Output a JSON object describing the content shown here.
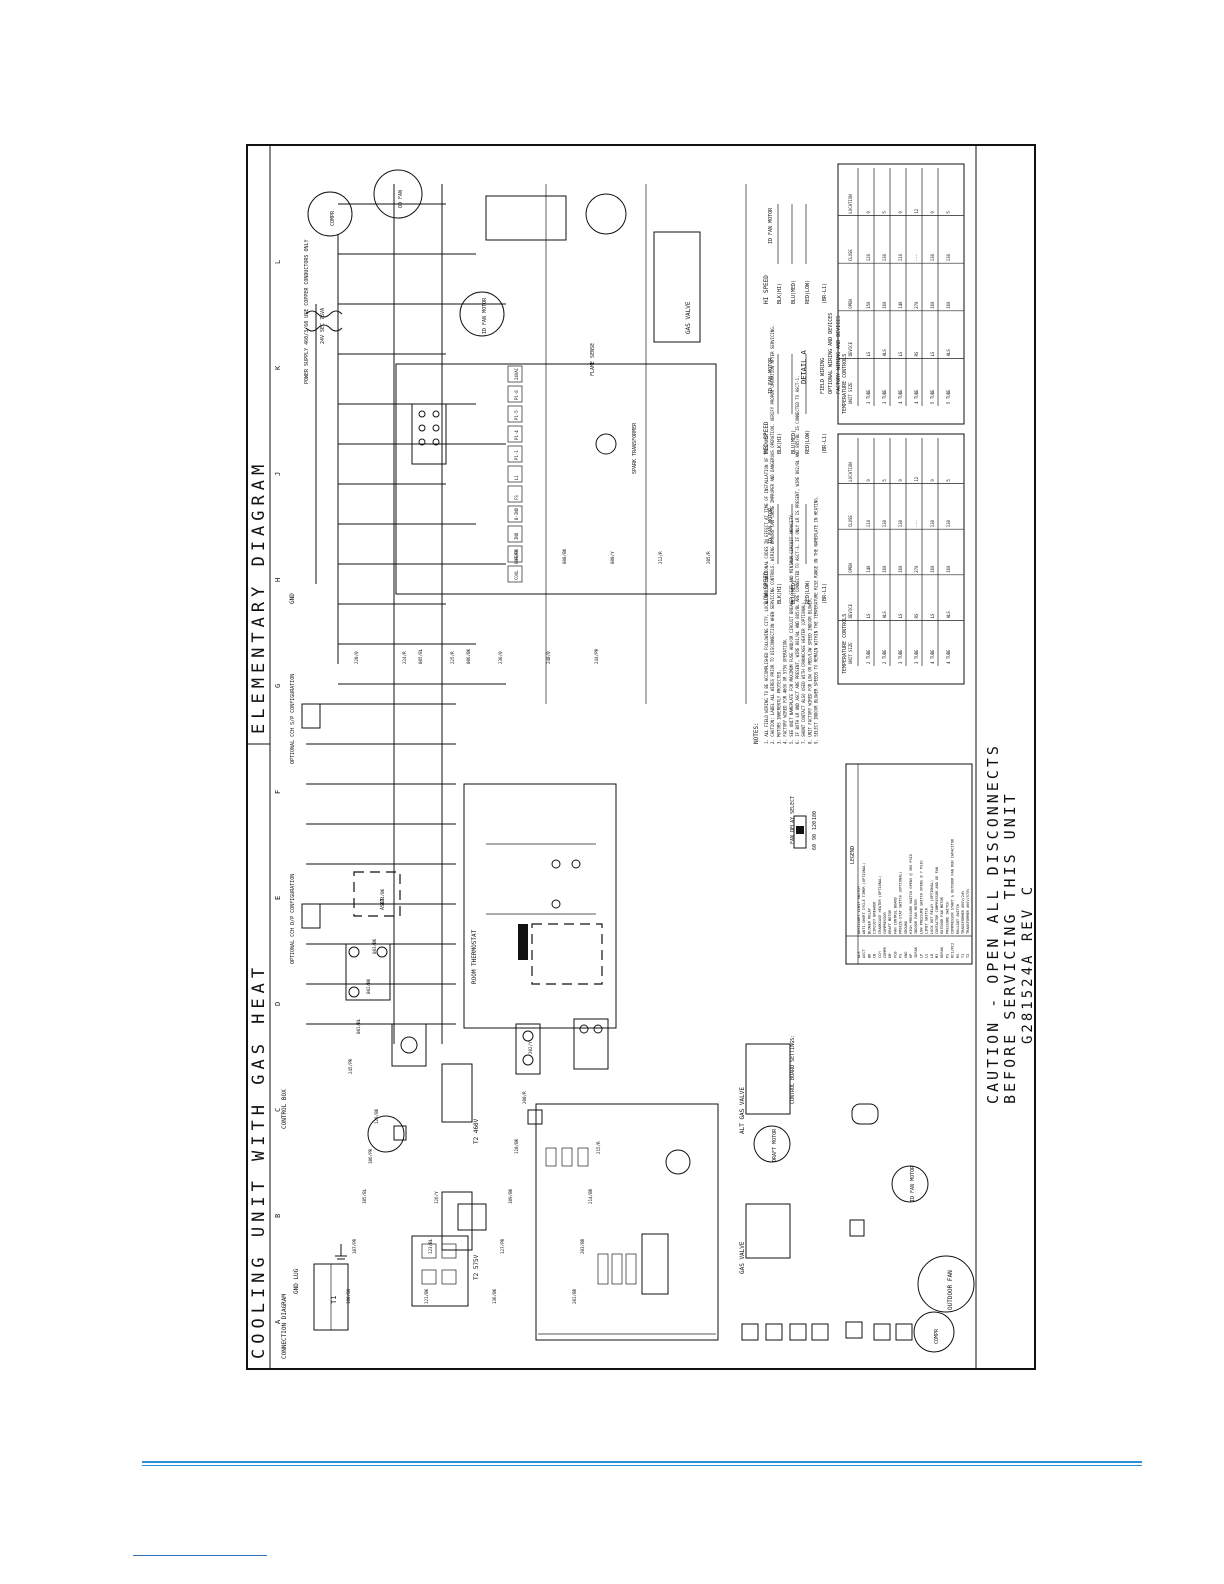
{
  "sheet": {
    "title_left": "COOLING UNIT WITH GAS HEAT",
    "title_right": "ELEMENTARY DIAGRAM",
    "grid_letters": [
      "A",
      "B",
      "C",
      "D",
      "E",
      "F",
      "G",
      "H",
      "J",
      "K",
      "L"
    ],
    "connection_diagram_label": "CONNECTION DIAGRAM",
    "control_box_label": "CONTROL BOX",
    "gnd_lug_label": "GND LUG",
    "gnd_label": "GND",
    "power_supply_label": "POWER SUPPLY 460/3/60 USE COPPER CONDUCTORS ONLY",
    "caution_lines": [
      "CAUTION - OPEN ALL DISCONNECTS",
      "BEFORE SERVICING THIS UNIT"
    ],
    "part_number": "G281524A  REV C"
  },
  "components": {
    "room_thermostat": "ROOM THERMOSTAT",
    "gas_valve": "GAS VALVE",
    "alt_gas_valve": "ALT GAS VALVE",
    "draft_motor": "DRAFT MOTOR",
    "id_fan_motor": "ID FAN MOTOR",
    "outdoor_fan": "OUTDOOR FAN",
    "compr": "COMPR",
    "od_fan": "OD FAN",
    "spark_transformer": "SPARK TRANSFORMER",
    "flame_sense": "FLAME SENSE",
    "optional_ccb_left": "OPTIONAL CCH D/P CONFIGURATION",
    "optional_ccb_right": "OPTIONAL CCH S/P CONFIGURATION",
    "transformer_label": "T1",
    "t2_460": "T2 460V",
    "t2_575": "T2 575V",
    "sec_24v": "24V SEC 75VA",
    "ascat": "ASCT",
    "control_board_settings": "CONTROL BOARD SETTINGS:",
    "detail_a": "DETAIL A"
  },
  "speed_details": [
    {
      "title": "LOW SPEED",
      "taps": [
        "BLK(HI)",
        "BLU(MED)",
        "RED(LOW)"
      ],
      "lead": "(BR-L1)",
      "motor": "ID FAN MOTOR"
    },
    {
      "title": "MED SPEED",
      "taps": [
        "BLK(HI)",
        "BLU(MED)",
        "RED(LOW)"
      ],
      "lead": "(BR-L1)",
      "motor": "ID FAN MOTOR"
    },
    {
      "title": "HI SPEED",
      "taps": [
        "BLK(HI)",
        "BLU(MED)",
        "RED(LOW)"
      ],
      "lead": "(BR-L1)",
      "motor": "ID FAN MOTOR"
    }
  ],
  "wire_labels": [
    "100/BK",
    "107/PR",
    "105/BL",
    "106/PR",
    "120/BK",
    "121/BK",
    "123/BL",
    "126/Y",
    "136/BK",
    "127/PR",
    "109/BK",
    "110/BK",
    "200/R",
    "202/Y",
    "201/BR",
    "203/BR",
    "214/BR",
    "215/R",
    "220/0",
    "224/R",
    "225/R",
    "236/0",
    "240/0",
    "244/PR",
    "245/PR",
    "801/BL",
    "802/BK",
    "803/BK",
    "804/BK",
    "805/BL",
    "806/BK",
    "807/BK",
    "808/BK",
    "800/Y",
    "212/R",
    "205/R"
  ],
  "legend": {
    "title": "LEGEND",
    "items": [
      [
        "ALS",
        "AUXILIARY LIMIT SWITCH"
      ],
      [
        "ASCT",
        "ANTI-SHORT CYCLE TIMER (OPTIONAL)"
      ],
      [
        "BR",
        "BLOWER RELAY"
      ],
      [
        "CB",
        "CIRCUIT BREAKER"
      ],
      [
        "CCH",
        "CRANKCASE HEATER (OPTIONAL)"
      ],
      [
        "COMPR",
        "COMPRESSOR"
      ],
      [
        "DM",
        "DRAFT MOTOR"
      ],
      [
        "FCB",
        "FAN CONTROL BOARD"
      ],
      [
        "FS",
        "FREEZE-STAT SWITCH (OPTIONAL)"
      ],
      [
        "GND",
        "GROUND"
      ],
      [
        "HP",
        "HIGH PRESSURE SWITCH OPENS @ 380 PSIG"
      ],
      [
        "IDFAN",
        "INDOOR FAN MOTOR"
      ],
      [
        "LP",
        "LOW PRESSURE SWITCH OPENS @ 7 PSIG"
      ],
      [
        "LS",
        "LIMIT SWITCH"
      ],
      [
        "LR",
        "LOCK OUT RELAY (OPTIONAL)"
      ],
      [
        "M1",
        "CONTACTOR COMPRESSOR AND OD FAN"
      ],
      [
        "ODFAN",
        "OUTDOOR FAN MOTOR"
      ],
      [
        "PS",
        "PRESSURE SWITCH"
      ],
      [
        "RC1/RC2",
        "COMPRESSOR START & OUTDOOR FAN RUN CAPACITOR"
      ],
      [
        "RS",
        "ROLLOUT SWITCH"
      ],
      [
        "T1",
        "TRANSFORMER 460V/24V"
      ],
      [
        "T2",
        "TRANSFORMER 460V/575V"
      ]
    ]
  },
  "notes": {
    "heading": "NOTES:",
    "items": [
      "1. ALL FIELD WIRING TO BE ACCOMPLISHED FOLLOWING CITY, LOCAL AND/OR NATIONAL CODES IN EFFECT AT TIME OF INSTALLATION OF THIS UNIT.",
      "2. CAUTION: LABEL ALL WIRES PRIOR TO DISCONNECTION WHEN SERVICING CONTROLS. WIRING ERRORS CAN CAUSE IMPROPER AND DANGEROUS OPERATION. VERIFY PROPER OPERATION AFTER SERVICING.",
      "3. MOTORS INHERENTLY PROTECTED.",
      "4. FACTORY WIRED FOR 460V OR 575V OPERATION.",
      "5. SEE UNIT NAMEPLATE FOR MAXIMUM FUSE AND/OR CIRCUIT BREAKER SIZE AND MINIMUM CIRCUIT AMPACITY.",
      "6. IF BOTH LR AND ASCT ARE PRESENT, WIRE 801/BL AND 805/BL ARE CONNECTED TO ASCT-3. IF ONLY LR IS PRESENT, WIRE 802/BL AND 805/BL IS CONNECTED TO ASCT-1.",
      "7. SHUNT CONTACT ALSO USED WITH CRANKCASE HEATER (OPTIONAL).",
      "8. UNIT FACTORY WIRED FOR LOW OR MED/LOW SPEED INDOOR BLOWER.",
      "9. SELECT INDOOR BLOWER SPEEDS TO REMAIN WITHIN THE TEMPERATURE RISE RANGE ON THE NAMEPLATE IN HEATING."
    ],
    "field_wiring": "FIELD WIRING",
    "optional_wiring": "OPTIONAL WIRING AND DEVICES",
    "factory_wiring": "FACTORY WIRING AND DEVICES"
  },
  "temp_controls_a": {
    "title": "TEMPERATURE CONTROLS",
    "headers": [
      "UNIT SIZE",
      "DEVICE",
      "OPEN",
      "CLOSE",
      "LOCATION"
    ],
    "rows": [
      [
        "2 TUBE",
        "LS",
        "140",
        "110",
        "9"
      ],
      [
        "2 TUBE",
        "ALS",
        "160",
        "130",
        "5"
      ],
      [
        "3 TUBE",
        "LS",
        "160",
        "130",
        "9"
      ],
      [
        "3 TUBE",
        "RS",
        "270",
        "---",
        "12"
      ],
      [
        "4 TUBE",
        "LS",
        "160",
        "130",
        "9"
      ],
      [
        "4 TUBE",
        "ALS",
        "160",
        "130",
        "5"
      ]
    ]
  },
  "temp_controls_b": {
    "title": "TEMPERATURE CONTROLS",
    "headers": [
      "UNIT SIZE",
      "DEVICE",
      "OPEN",
      "CLOSE",
      "LOCATION"
    ],
    "rows": [
      [
        "3 TUBE",
        "LS",
        "150",
        "120",
        "9"
      ],
      [
        "3 TUBE",
        "ALS",
        "160",
        "130",
        "5"
      ],
      [
        "4 TUBE",
        "LS",
        "140",
        "110",
        "9"
      ],
      [
        "4 TUBE",
        "RS",
        "270",
        "---",
        "12"
      ],
      [
        "5 TUBE",
        "LS",
        "160",
        "130",
        "9"
      ],
      [
        "5 TUBE",
        "ALS",
        "160",
        "130",
        "5"
      ]
    ]
  },
  "fan_delay": {
    "label": "FAN DELAY SELECT",
    "options": [
      "60",
      "90",
      "120",
      "180"
    ]
  },
  "board_terminals": [
    "COOL",
    "HEAT",
    "IND",
    "B-IND",
    "FS",
    "L1",
    "P1-1",
    "P1-4",
    "P1-5",
    "P1-8",
    "24VAC"
  ]
}
